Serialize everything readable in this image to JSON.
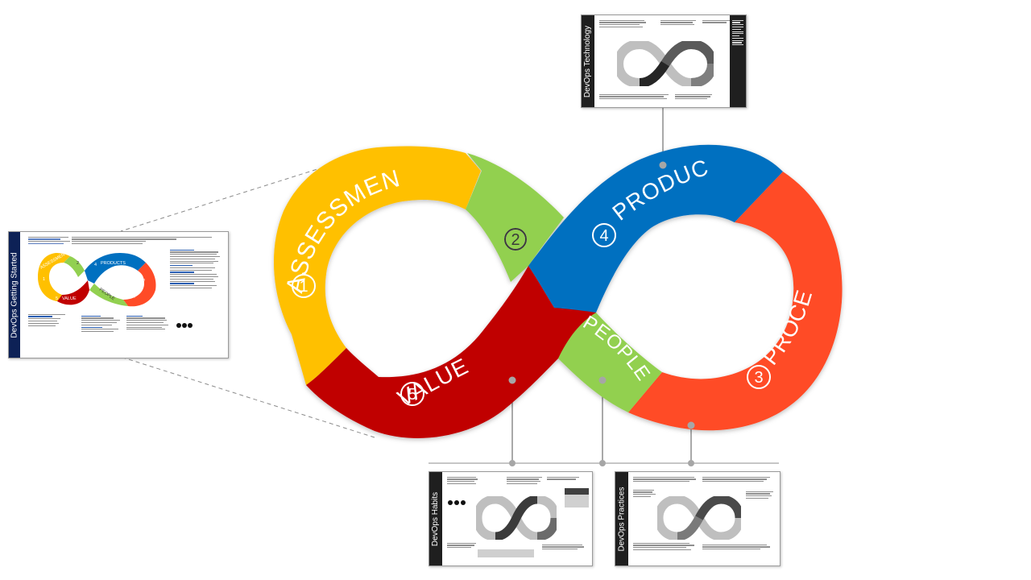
{
  "colors": {
    "assessment": "#FFC000",
    "green": "#92D050",
    "products": "#0070C0",
    "process": "#FF4B27",
    "value": "#C00000",
    "card_dark": "#222222",
    "card_blue": "#0D2156"
  },
  "diagram": {
    "assessment": {
      "number": "1",
      "label": "ASSESSMENT"
    },
    "green_top": {
      "number": "2"
    },
    "products": {
      "number": "4",
      "label": "PRODUCTS"
    },
    "people": {
      "label": "PEOPLE"
    },
    "process": {
      "number": "3",
      "label": "PROCESS"
    },
    "value": {
      "number": "5",
      "label": "VALUE"
    }
  },
  "cards": {
    "getting_started": {
      "title": "DevOps Getting Started",
      "mini_labels": {
        "assessment": "ASSESSMENT",
        "products": "PRODUCTS",
        "value": "VALUE",
        "process": "PROCESS",
        "people": "PEOPLE",
        "n1": "1",
        "n2": "2",
        "n3": "3",
        "n4": "4",
        "n5": "5"
      }
    },
    "technology": {
      "title": "DevOps Technology"
    },
    "habits": {
      "title": "DevOps Habits"
    },
    "practices": {
      "title": "DevOps Practices"
    }
  }
}
